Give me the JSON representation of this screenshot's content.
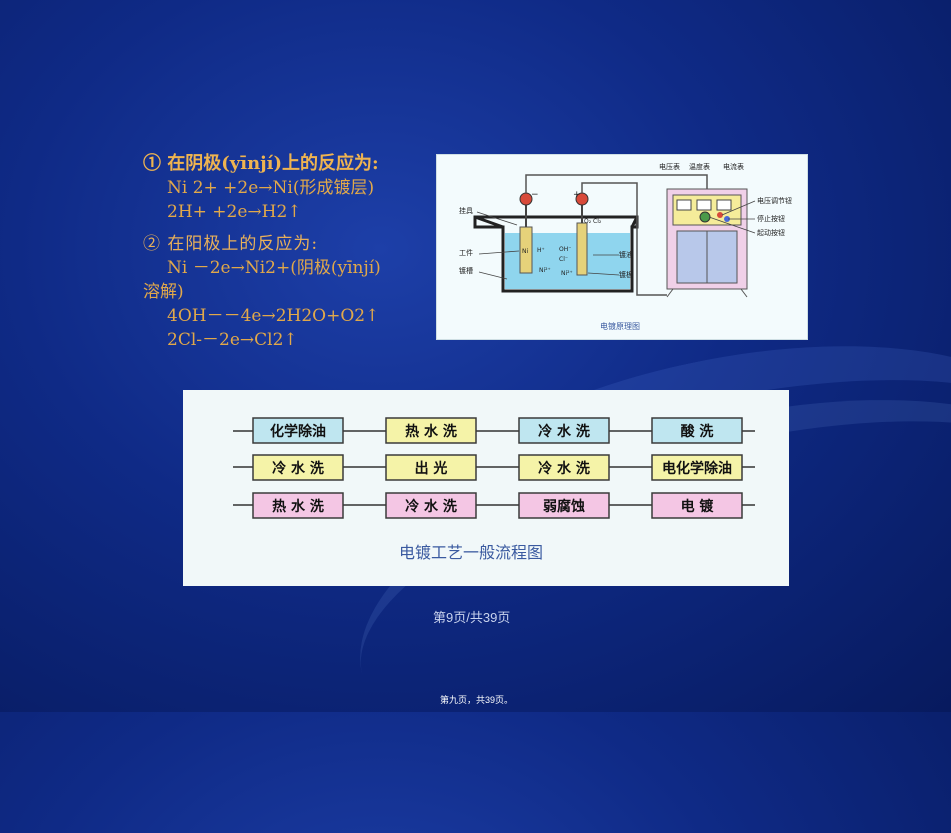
{
  "cathode": {
    "title": "① 在阴极(yīnjí)上的反应为:",
    "eq1": "Ni 2+ +2e→Ni(形成镀层)",
    "eq2": "2H+ +2e→H2↑"
  },
  "anode": {
    "title": "② 在阳极上的反应为:",
    "eq1a": "Ni －2e→Ni2+(阴极(yīnjí)",
    "eq1b": "溶解)",
    "eq2": "4OH－－4e→2H2O+O2↑",
    "eq3": "2Cl-－2e→Cl2↑"
  },
  "diagram": {
    "caption": "电镀原理图",
    "labels": {
      "hook": "挂具",
      "workpiece": "工件",
      "tank": "镀槽",
      "voltmeter": "电压表",
      "thermometer": "温度表",
      "ammeter": "电流表",
      "voltage_knob": "电压调节钮",
      "stop_button": "停止按钮",
      "start_button": "起动按钮",
      "plating_solution": "镀液",
      "plating_plate": "镀板",
      "minus": "−",
      "plus": "+",
      "ni_left": "Ni",
      "h_ion": "H⁺",
      "ni_ion_left": "Ni²⁺",
      "oh_ion": "OH⁻",
      "cl_ion": "Cl⁻",
      "ni_ion_right": "Ni²⁺",
      "o2": "O₂",
      "cl2": "Cl₂"
    }
  },
  "flow": {
    "title": "电镀工艺一般流程图",
    "row1": [
      "化学除油",
      "热 水 洗",
      "冷 水 洗",
      "酸 洗"
    ],
    "row2": [
      "冷 水 洗",
      "出 光",
      "冷 水 洗",
      "电化学除油"
    ],
    "row3": [
      "热 水 洗",
      "冷 水 洗",
      "弱腐蚀",
      "电 镀"
    ],
    "colors": {
      "blue": "#bfe6f0",
      "yellow": "#f5f3a8",
      "pink": "#f4c6e4",
      "border": "#3a3a3a"
    }
  },
  "page_number": "第9页/共39页",
  "footer": "第九页，共39页。"
}
